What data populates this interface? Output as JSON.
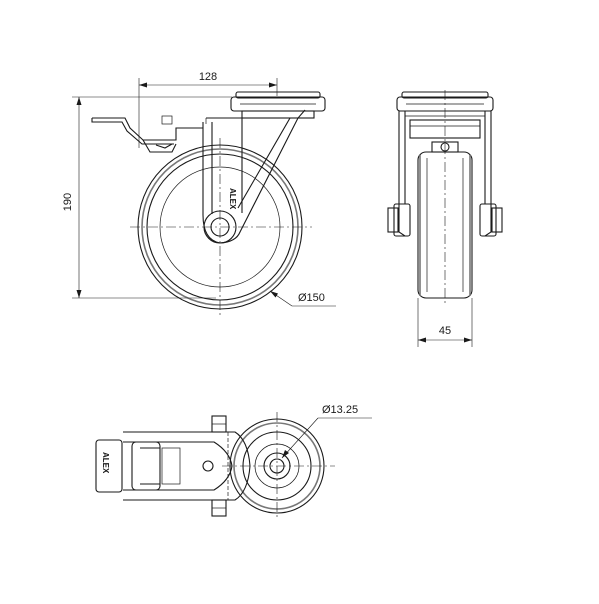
{
  "dimensions": {
    "mount_offset": "128",
    "overall_height": "190",
    "wheel_diameter": "Ø150",
    "wheel_width": "45",
    "bolt_hole": "Ø13.25"
  },
  "logo_text": "ALEX",
  "colors": {
    "line": "#1a1a1a",
    "tire": "#777777",
    "background": "#ffffff"
  }
}
